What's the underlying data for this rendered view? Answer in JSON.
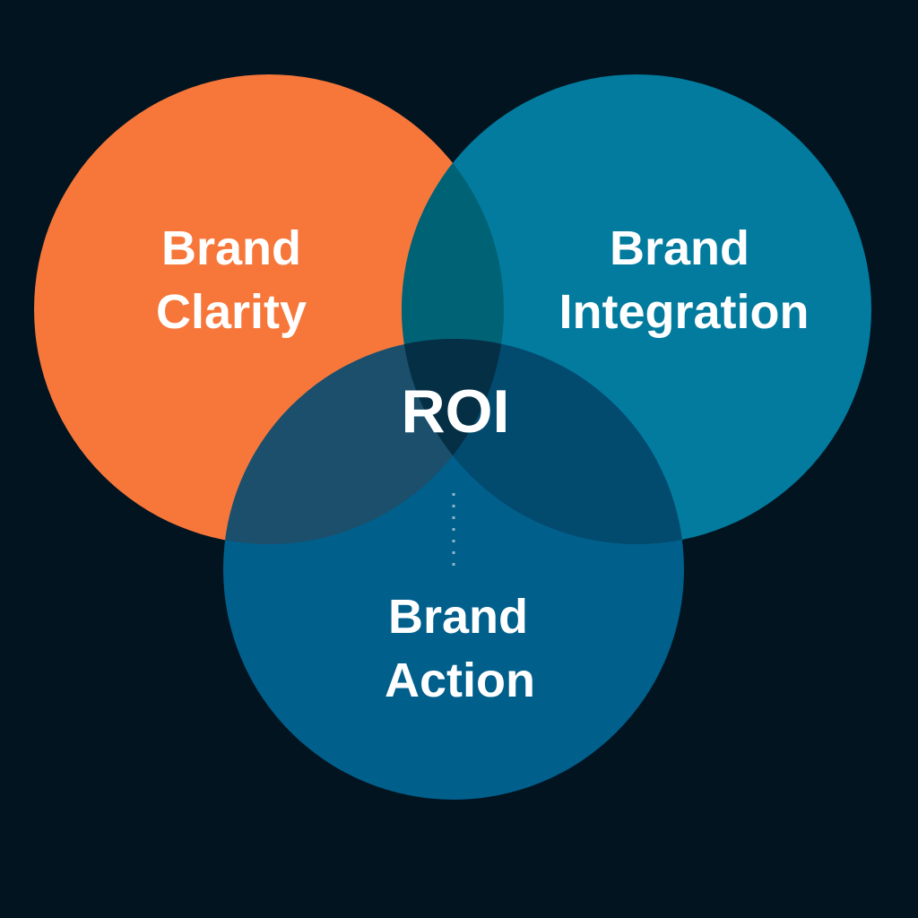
{
  "diagram": {
    "type": "venn",
    "background": "#021420",
    "sets": [
      {
        "id": "clarity",
        "line1": "Brand",
        "line2": "Clarity",
        "color": "#f7773a"
      },
      {
        "id": "integration",
        "line1": "Brand",
        "line2": "Integration",
        "color": "#027b9e"
      },
      {
        "id": "action",
        "line1": "Brand",
        "line2": "Action",
        "color": "#015f8c"
      }
    ],
    "overlaps": {
      "clarity_integration": "#006275",
      "clarity_action": "#1b4f6b",
      "integration_action": "#024a6e",
      "all": "#052f45"
    },
    "center_label": "ROI",
    "connector_color": "#8fb6cf"
  }
}
